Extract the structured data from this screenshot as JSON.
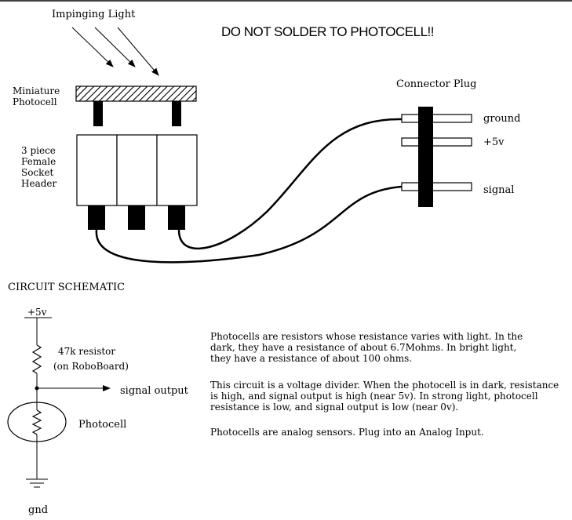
{
  "title": "DO NOT SOLDER TO PHOTOCELL!!",
  "labels": {
    "impinging_light": "Impinging Light",
    "photocell_line1": "Miniature",
    "photocell_line2": "Photocell",
    "header_line1": "3 piece",
    "header_line2": "Female",
    "header_line3": "Socket",
    "header_line4": "Header",
    "connector_plug": "Connector Plug",
    "pin_ground": "ground",
    "pin_5v": "+5v",
    "pin_signal": "signal"
  },
  "schematic": {
    "heading": "CIRCUIT SCHEMATIC",
    "supply": "+5v",
    "resistor_line1": "47k resistor",
    "resistor_line2": "(on RoboBoard)",
    "output": "signal output",
    "photocell": "Photocell",
    "ground": "gnd"
  },
  "description": {
    "p1_line1": "Photocells are resistors whose resistance varies with light.  In the",
    "p1_line2": "dark, they have a resistance of about 6.7Mohms.  In bright light,",
    "p1_line3": "they have a resistance of about 100 ohms.",
    "p2_line1": "This circuit is a voltage divider.  When the photocell is in dark, resistance",
    "p2_line2": "is high, and signal output is high (near 5v).  In strong light, photocell",
    "p2_line3": "resistance is low, and signal output is low (near 0v).",
    "p3_line1": "Photocells are analog sensors.  Plug into an Analog Input."
  }
}
